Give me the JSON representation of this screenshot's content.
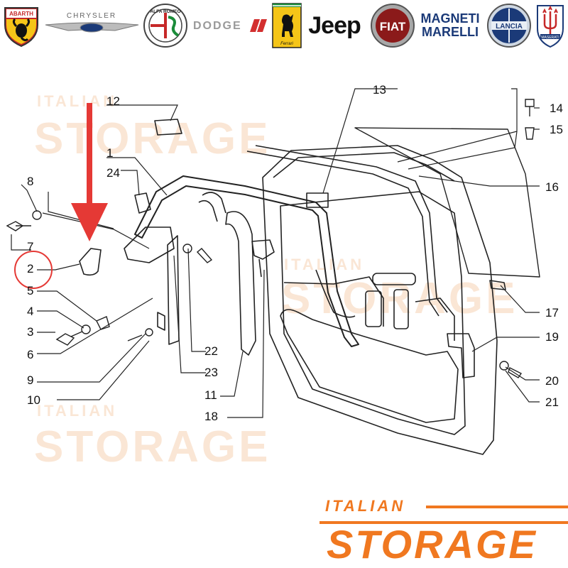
{
  "brands": [
    {
      "name": "ABARTH",
      "icon": "abarth-scorpion-shield-icon"
    },
    {
      "name": "CHRYSLER",
      "icon": "chrysler-winged-badge-icon"
    },
    {
      "name": "ALFA ROMEO",
      "icon": "alfa-romeo-round-badge-icon"
    },
    {
      "name": "DODGE",
      "icon": "dodge-wordmark-icon"
    },
    {
      "name": "Ferrari",
      "icon": "ferrari-prancing-horse-icon"
    },
    {
      "name": "Jeep",
      "icon": "jeep-wordmark-icon"
    },
    {
      "name": "FIAT",
      "icon": "fiat-round-badge-icon"
    },
    {
      "name": "MAGNETI MARELLI",
      "icon": "magneti-marelli-wordmark-icon"
    },
    {
      "name": "LANCIA",
      "icon": "lancia-round-badge-icon"
    },
    {
      "name": "MASERATI",
      "icon": "maserati-trident-badge-icon"
    }
  ],
  "callouts": [
    "1",
    "2",
    "3",
    "4",
    "5",
    "6",
    "7",
    "8",
    "9",
    "10",
    "11",
    "12",
    "13",
    "14",
    "15",
    "16",
    "17",
    "18",
    "19",
    "20",
    "21",
    "22",
    "23",
    "24"
  ],
  "watermark": {
    "top": "ITALIAN",
    "bottom": "STORAGE"
  },
  "footer": {
    "top": "ITALIAN",
    "bottom": "STORAGE"
  },
  "colors": {
    "accent": "#f07820",
    "highlight_arrow": "#e53935",
    "highlight_circle": "#e53935",
    "line": "#222222",
    "watermark": "#f6d2b4"
  }
}
